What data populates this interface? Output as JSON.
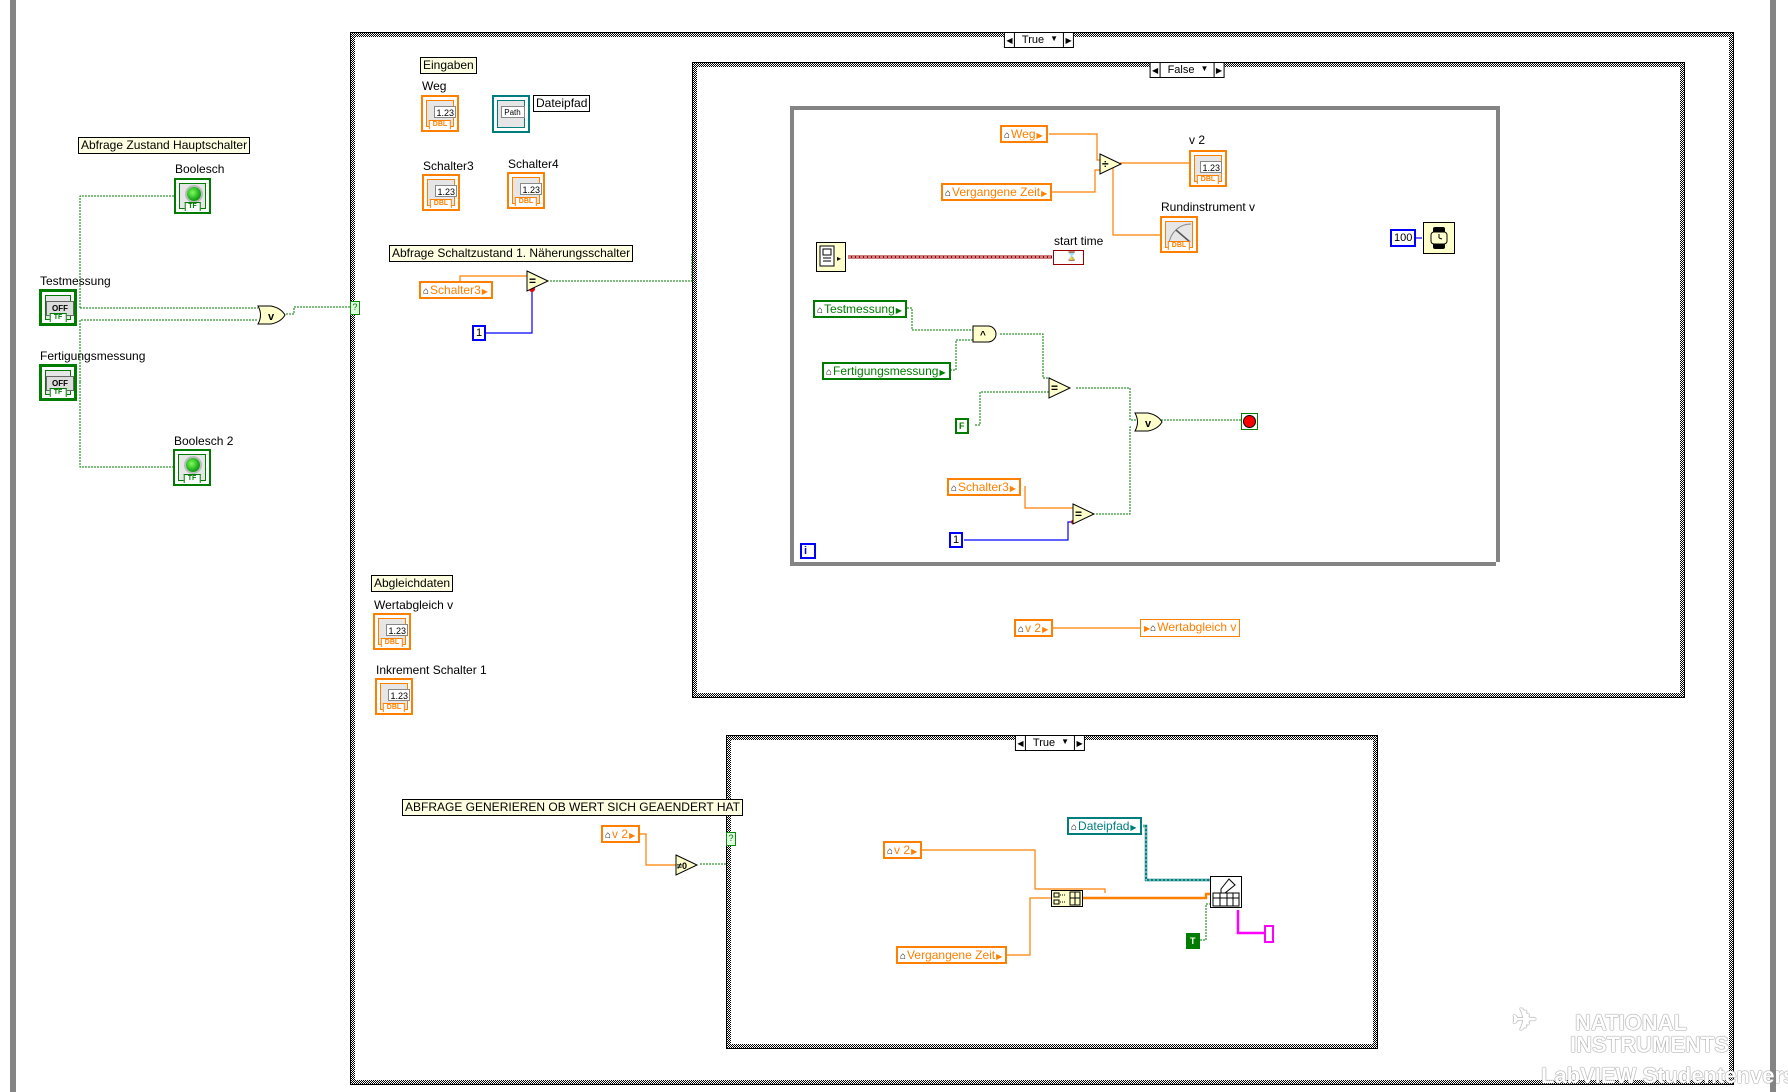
{
  "diagram": {
    "outer_case": {
      "selector_value": "True"
    },
    "middle_case": {
      "selector_value": "False"
    },
    "bottom_case": {
      "selector_value": "True"
    },
    "while_loop": {
      "iteration_label": "i"
    }
  },
  "comments": {
    "main_switch": "Abfrage Zustand Hauptschalter",
    "inputs": "Eingaben",
    "proximity": "Abfrage Schaltzustand 1. Näherungsschalter",
    "calibration": "Abgleichdaten",
    "value_changed": "ABFRAGE GENERIEREN OB WERT SICH GEAENDERT HAT"
  },
  "terminals": {
    "boolesch": {
      "label": "Boolesch",
      "tag": "TF"
    },
    "boolesch2": {
      "label": "Boolesch 2",
      "tag": "TF"
    },
    "testmessung": {
      "label": "Testmessung",
      "tag": "TF",
      "state": "OFF"
    },
    "fertigungsmessung": {
      "label": "Fertigungsmessung",
      "tag": "TF",
      "state": "OFF"
    },
    "weg": {
      "label": "Weg",
      "tag": "DBL",
      "display": "1.23"
    },
    "dateipfad": {
      "label": "Dateipfad",
      "display": "Path"
    },
    "schalter3": {
      "label": "Schalter3",
      "tag": "DBL",
      "display": "1.23"
    },
    "schalter4": {
      "label": "Schalter4",
      "tag": "DBL",
      "display": "1.23"
    },
    "wertabgleich": {
      "label": "Wertabgleich v",
      "tag": "DBL",
      "display": "1.23"
    },
    "inkrement": {
      "label": "Inkrement Schalter 1",
      "tag": "DBL",
      "display": "1.23"
    },
    "v2": {
      "label": "v 2",
      "tag": "DBL",
      "display": "1.23"
    },
    "rundinstrument": {
      "label": "Rundinstrument v",
      "tag": "DBL"
    },
    "start_time": {
      "label": "start time"
    }
  },
  "locals": {
    "schalter3_a": "Schalter3",
    "weg": "Weg",
    "vergangene_zeit_a": "Vergangene Zeit",
    "testmessung": "Testmessung",
    "fertigungsmessung": "Fertigungsmessung",
    "schalter3_b": "Schalter3",
    "v2_a": "v 2",
    "wertabgleich_write": "Wertabgleich v",
    "v2_b": "v 2",
    "v2_c": "v 2",
    "dateipfad": "Dateipfad",
    "vergangene_zeit_b": "Vergangene Zeit"
  },
  "constants": {
    "one_a": "1",
    "one_b": "1",
    "false_const": "F",
    "true_const": "T",
    "wait_ms": "100"
  },
  "primitives": {
    "or_main": "v",
    "equal_a": "=",
    "divide": "÷",
    "and_gate": "^",
    "equal_b": "=",
    "or_loop": "v",
    "equal_c": "=",
    "not_zero": "≠0",
    "selector_q": "?"
  },
  "watermark": {
    "line1": "NATIONAL",
    "line2": "INSTRUMENTS",
    "line3": "LabVIEW Studentenvers"
  },
  "colors": {
    "boolean": "#007d00",
    "numeric_dbl": "#ff7f00",
    "numeric_int": "#0000ff",
    "path": "#007d7d",
    "timestamp": "#9a0000",
    "string": "#ff00ff",
    "structure_gray": "#848484",
    "comment_bg": "#ffffe1",
    "primitive_bg": "#ffffcc"
  }
}
